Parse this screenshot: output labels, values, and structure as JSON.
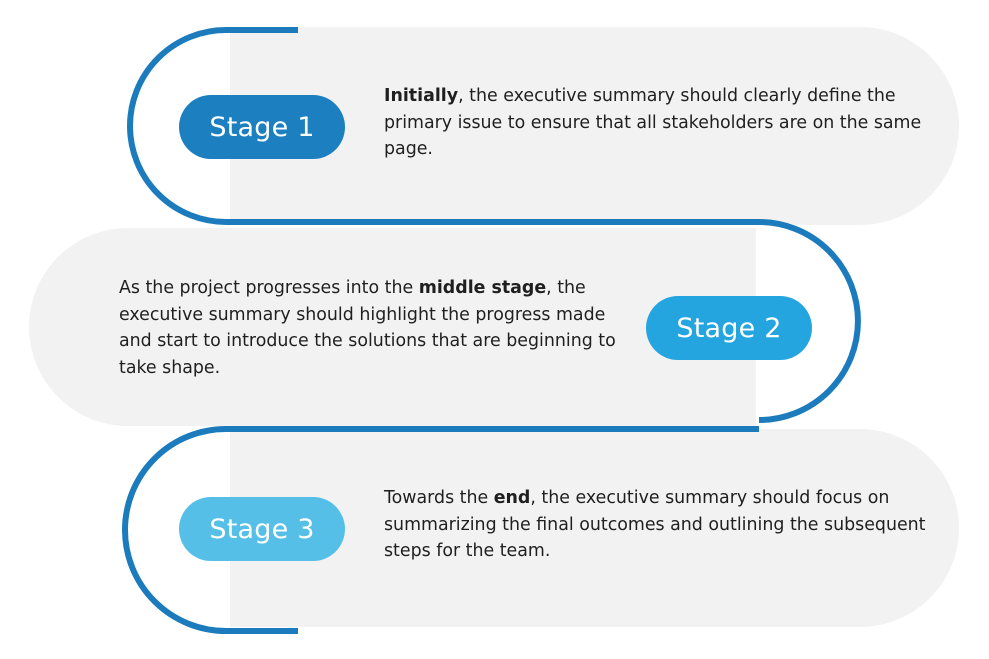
{
  "colors": {
    "panel_fill": "#f2f2f3",
    "outline": "#1b7bbc",
    "stage_1": "#1c7fc0",
    "stage_2": "#24a5e0",
    "stage_3": "#55bfe7",
    "text": "#1f1f1f"
  },
  "stages": [
    {
      "label": "Stage 1",
      "text_bold": "Initially",
      "text_rest": ", the executive summary should clearly define the primary issue to ensure that all stakeholders are on the same page."
    },
    {
      "label": "Stage 2",
      "text_before": "As the project progresses into the ",
      "text_bold": "middle stage",
      "text_after": ", the executive summary should highlight the progress made and start to introduce the solutions that are beginning to take shape."
    },
    {
      "label": "Stage 3",
      "text_before": "Towards the ",
      "text_bold": "end",
      "text_after": ", the executive summary should focus on summarizing the final outcomes and outlining the subsequent steps for the team."
    }
  ]
}
